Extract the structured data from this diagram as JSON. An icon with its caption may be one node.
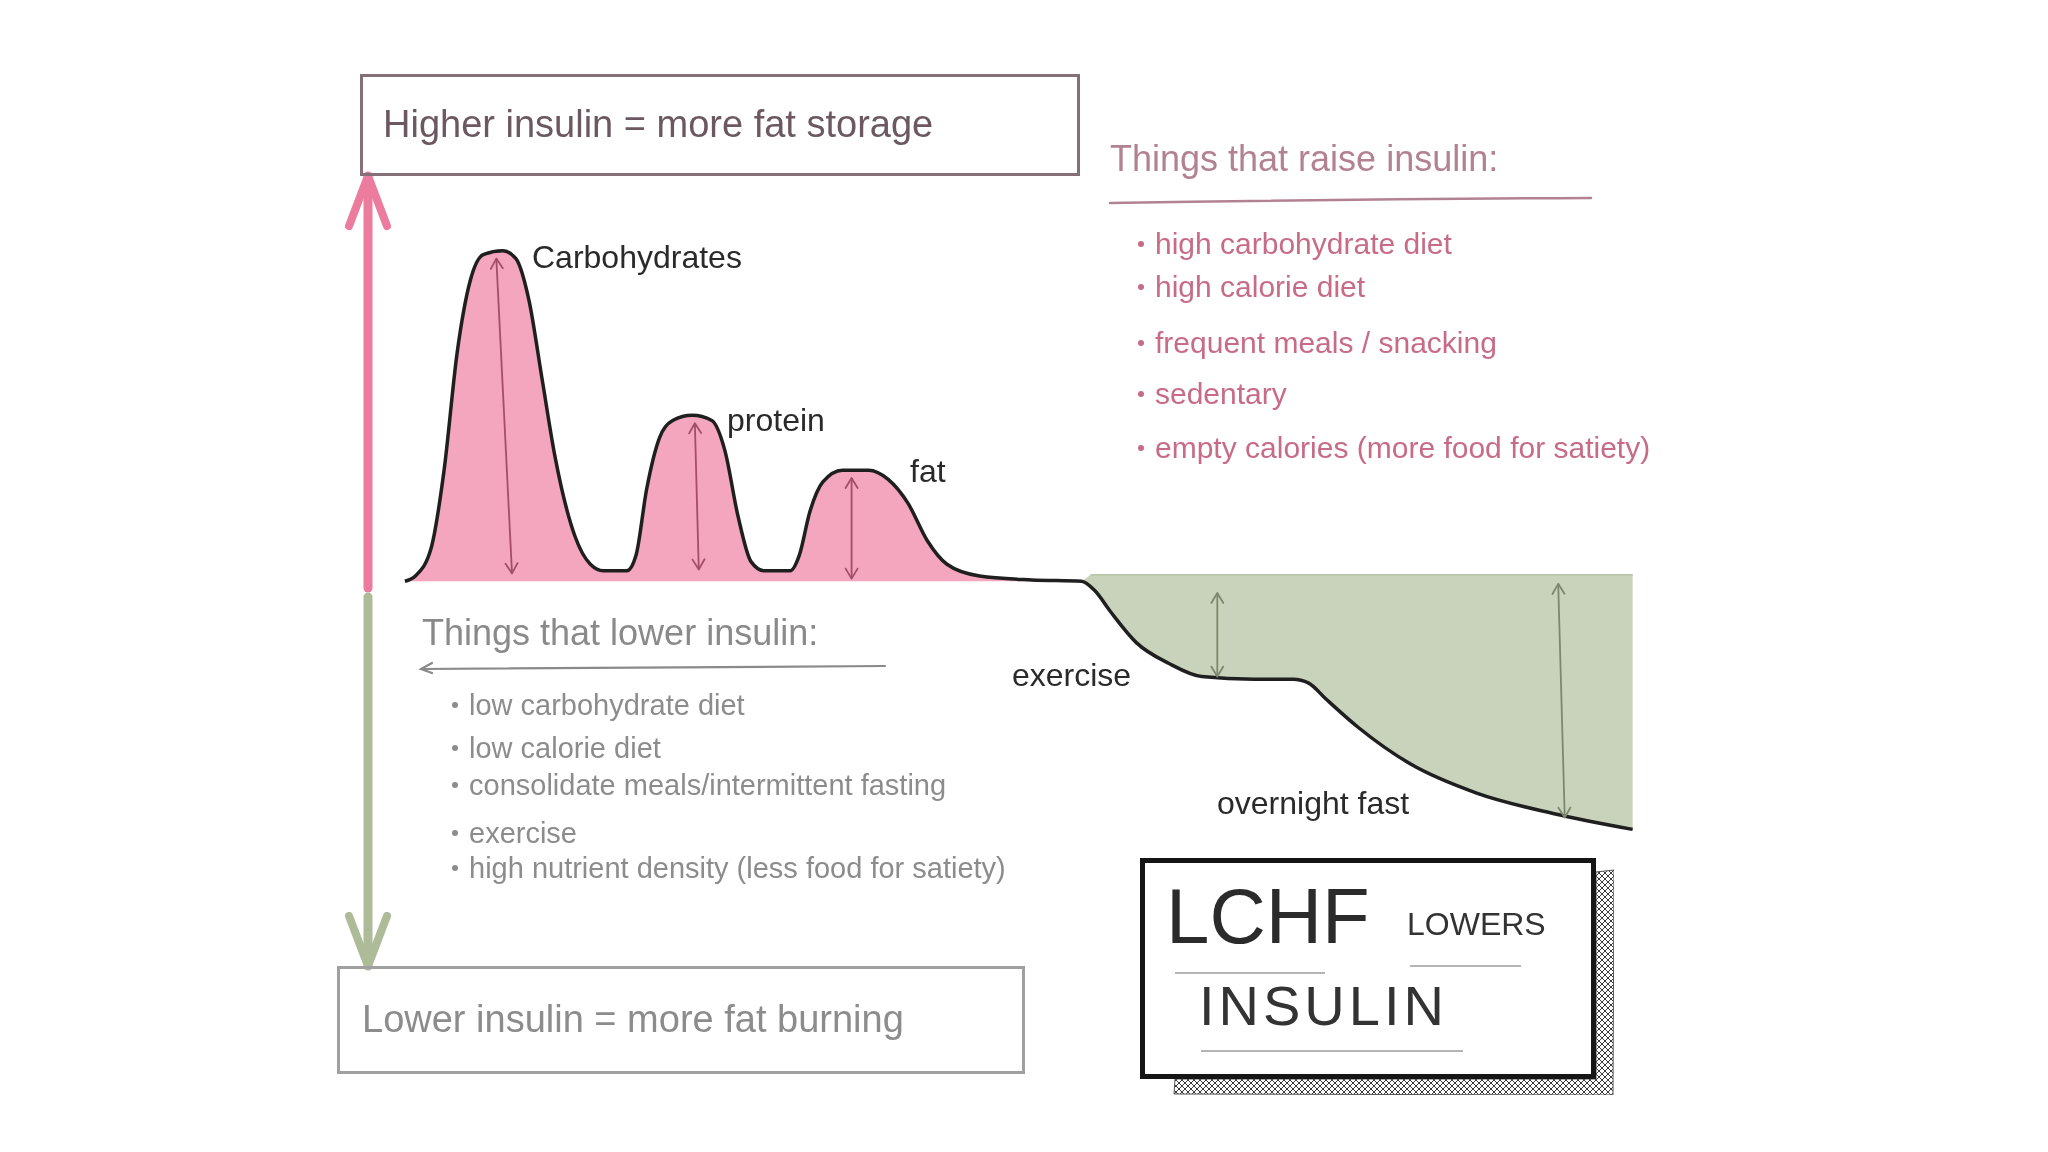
{
  "diagram": {
    "nodes": [
      {
        "text": [
          "Higher insulin = more fat storage"
        ]
      },
      {
        "text": [
          "Lower insulin = more fat burning"
        ]
      },
      {
        "text": [
          "LCHF",
          "LOWERS",
          "INSULIN"
        ]
      }
    ],
    "edges": [
      {
        "from": null,
        "to": 0,
        "arrow": "to",
        "color": "#ec7c9e"
      },
      {
        "from": null,
        "to": 1,
        "arrow": "to",
        "color": "#adbb98"
      }
    ],
    "labels": [
      "Things that raise insulin:",
      "high carbohydrate diet",
      "high calorie diet",
      "frequent meals / snacking",
      "sedentary",
      "empty calories (more food for satiety)",
      "Carbohydrates",
      "protein",
      "fat",
      "Things that lower insulin:",
      "low carbohydrate diet",
      "low calorie diet",
      "consolidate meals/intermittent fasting",
      "exercise",
      "high nutrient density (less food for satiety)",
      "exercise",
      "overnight fast"
    ]
  }
}
